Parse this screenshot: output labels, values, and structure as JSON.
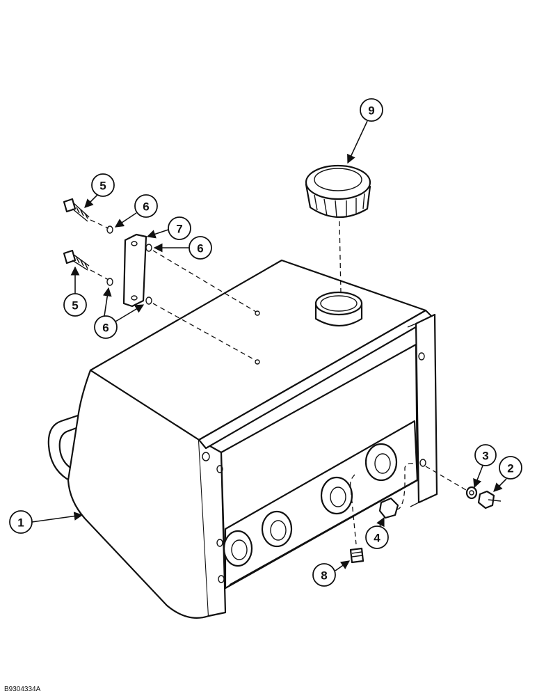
{
  "figure_id": "B9304334A",
  "callouts": {
    "c1": "1",
    "c2": "2",
    "c3": "3",
    "c4": "4",
    "c5a": "5",
    "c5b": "5",
    "c6a": "6",
    "c6b": "6",
    "c6c": "6",
    "c7": "7",
    "c8": "8",
    "c9": "9"
  }
}
